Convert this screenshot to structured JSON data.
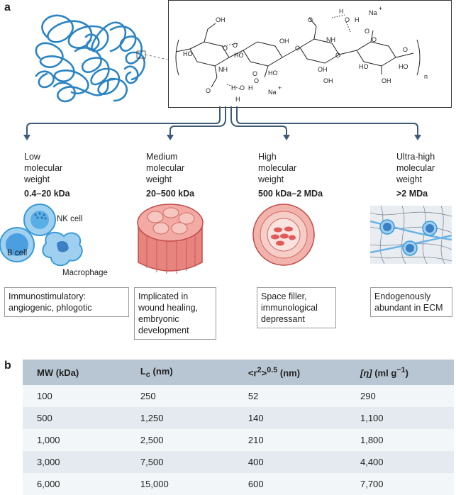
{
  "panel_a": {
    "letter": "a",
    "structure_labels": [
      "HO",
      "OH",
      "O",
      "HO",
      "O",
      "HO",
      "OH",
      "O",
      "O",
      "H",
      "O",
      "H",
      "Na",
      "+",
      "O",
      "NH",
      "O",
      "O",
      "HO",
      "OH",
      "OH",
      "n",
      "NH",
      "O",
      "O",
      "H",
      "O",
      "H",
      "H",
      "Na",
      "+",
      "HO",
      "O",
      "O",
      "OH"
    ],
    "categories": [
      {
        "line1": "Low",
        "line2": "molecular",
        "line3": "weight",
        "range": "0.4–20 kDa",
        "description": [
          "Immunostimulatory:",
          "angiogenic, phlogotic"
        ]
      },
      {
        "line1": "Medium",
        "line2": "molecular",
        "line3": "weight",
        "range": "20–500 kDa",
        "description": [
          "Implicated in",
          "wound healing,",
          "embryonic",
          "development"
        ]
      },
      {
        "line1": "High",
        "line2": "molecular",
        "line3": "weight",
        "range": "500 kDa–2 MDa",
        "description": [
          "Space filler,",
          "immunological",
          "depressant"
        ]
      },
      {
        "line1": "Ultra-high",
        "line2": "molecular",
        "line3": "weight",
        "range": ">2 MDa",
        "description": [
          "Endogenously",
          "abundant in ECM"
        ]
      }
    ],
    "cell_labels": {
      "nk": "NK cell",
      "b": "B cell",
      "macrophage": "Macrophage"
    },
    "colors": {
      "arrow": "#3f5a78",
      "coil": "#2a84c4",
      "cell": "#3b9ad9",
      "tissue": "#e05a5a"
    }
  },
  "panel_b": {
    "letter": "b",
    "headers": {
      "mw": "MW (kDa)",
      "lc_main": "L",
      "lc_sub": "c",
      "lc_unit": " (nm)",
      "r_main": "<r",
      "r_sup": "2",
      "r_close": ">",
      "r_exp": "0.5",
      "r_unit": " (nm)",
      "eta_main": "[η]",
      "eta_unit": " (ml g",
      "eta_exp": "−1",
      "eta_close": ")"
    },
    "rows": [
      [
        "100",
        "250",
        "52",
        "290"
      ],
      [
        "500",
        "1,250",
        "140",
        "1,100"
      ],
      [
        "1,000",
        "2,500",
        "210",
        "1,800"
      ],
      [
        "3,000",
        "7,500",
        "400",
        "4,400"
      ],
      [
        "6,000",
        "15,000",
        "600",
        "7,700"
      ]
    ]
  }
}
